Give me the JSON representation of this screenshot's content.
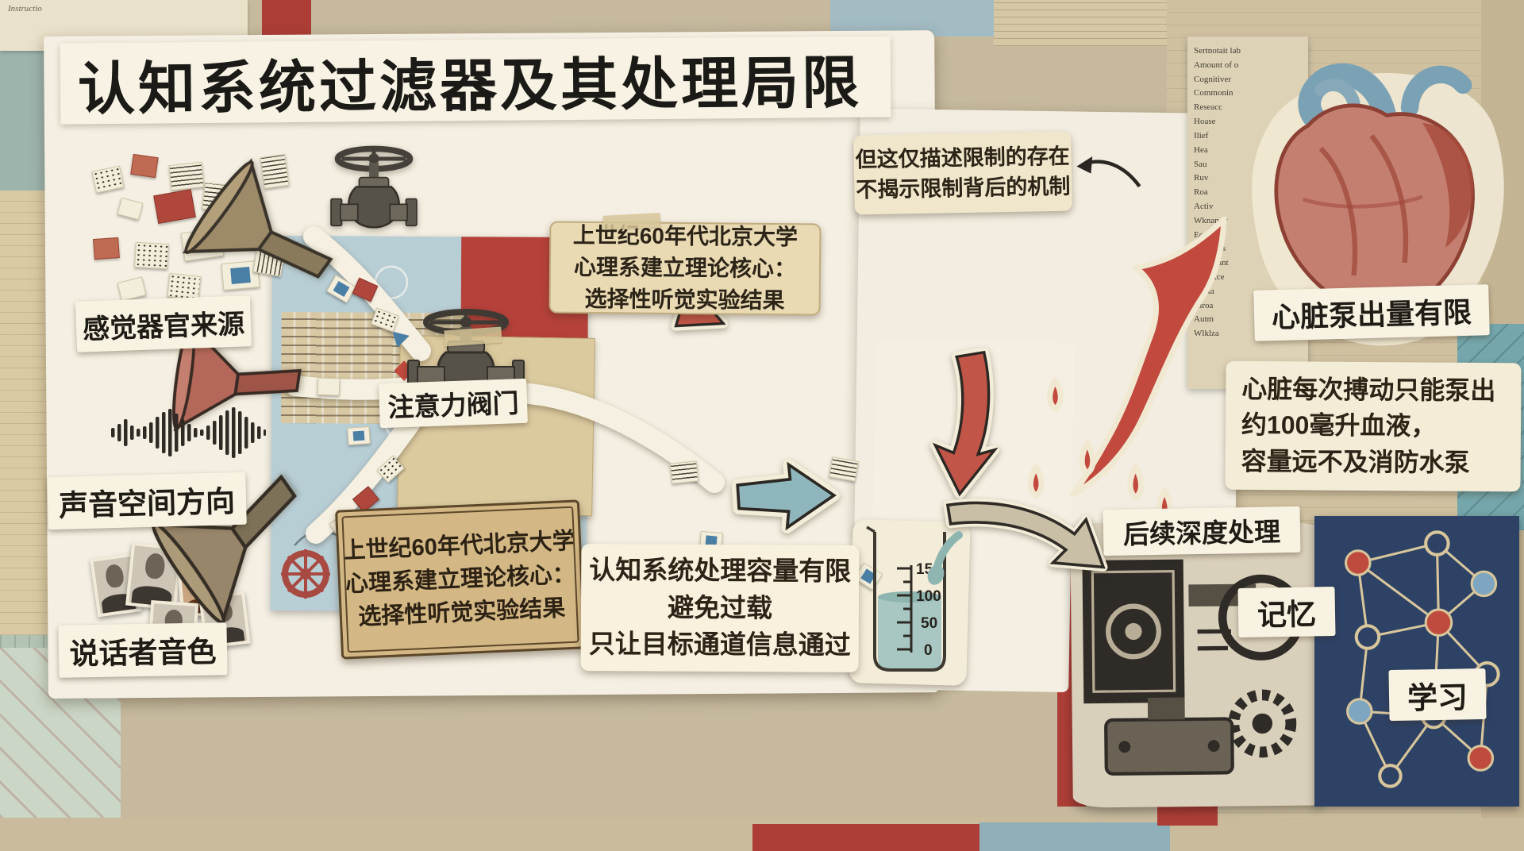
{
  "title": "认知系统过滤器及其处理局限",
  "background": {
    "scrap_note": "Instructio"
  },
  "sources": {
    "sensory_label": "感觉器官来源",
    "direction_label": "声音空间方向",
    "timbre_label": "说话者音色"
  },
  "valve": {
    "label": "注意力阀门"
  },
  "theory_note_top": {
    "line1": "上世纪60年代北京大学",
    "line2": "心理系建立理论核心：",
    "line3": "选择性听觉实验结果"
  },
  "theory_note_bottom": {
    "line1": "上世纪60年代北京大学",
    "line2": "心理系建立理论核心：",
    "line3": "选择性听觉实验结果"
  },
  "limitation_note": {
    "line1": "但这仅描述限制的存在",
    "line2": "不揭示限制背后的机制"
  },
  "heart_analogy": {
    "label": "心脏泵出量有限",
    "note_line1": "心脏每次搏动只能泵出",
    "note_line2": "约100毫升血液，",
    "note_line3": "容量远不及消防水泵"
  },
  "beaker": {
    "scale": [
      "150",
      "100",
      "50",
      "0"
    ]
  },
  "capacity_note": {
    "line1": "认知系统处理容量有限",
    "line2": "避免过载",
    "line3": "只让目标通道信息通过"
  },
  "downstream": {
    "label": "后续深度处理",
    "memory_label": "记忆",
    "learning_label": "学习"
  },
  "newspaper": {
    "lines": [
      "Sertnotait lab",
      "Amount of o",
      "Cognitiver",
      "Commonin",
      "Reseacc",
      "Hoase",
      "Ilief",
      "Hea",
      "Sau",
      "Ruv",
      "Roa",
      "Activ",
      "Wknanov",
      "Eotulyz",
      "Reapares",
      "uso nlfant",
      "nerfoxce",
      "ersata",
      "Rlroa",
      "Autm",
      "Wlklza"
    ]
  },
  "colors": {
    "accent_red": "#b5413a",
    "arrow_blue": "#8fb6bd",
    "arrow_red": "#c05548",
    "water_teal": "#a9c7c2",
    "network_navy": "#2e4265",
    "parchment": "#e9dab4",
    "paper_cream": "#f4efe2"
  }
}
